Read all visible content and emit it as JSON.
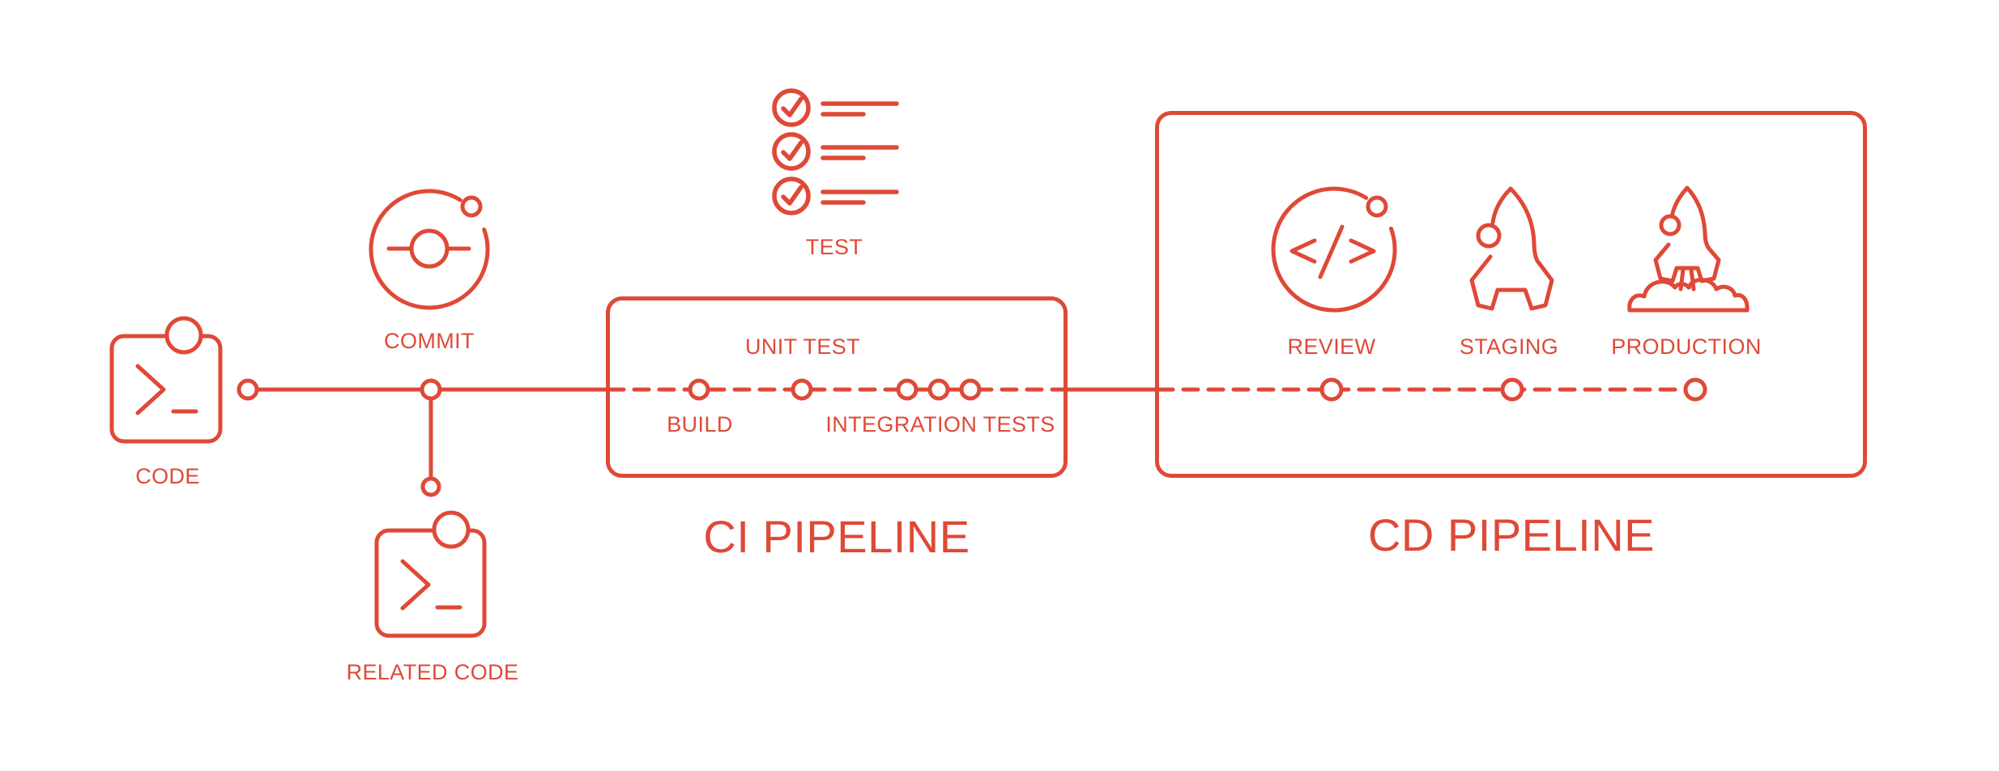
{
  "diagram": {
    "kind": "ci-cd-pipeline-flow",
    "colors": {
      "accent": "#DF4937",
      "background": "#FFFFFF"
    },
    "titles": {
      "ci": "CI PIPELINE",
      "cd": "CD PIPELINE"
    },
    "labels": {
      "code": "CODE",
      "commit": "COMMIT",
      "related_code": "RELATED CODE",
      "test": "TEST",
      "build": "BUILD",
      "unit_test": "UNIT TEST",
      "integration_tests": "INTEGRATION TESTS",
      "review": "REVIEW",
      "staging": "STAGING",
      "production": "PRODUCTION"
    },
    "icons": {
      "code": "terminal-code-icon",
      "commit": "git-commit-icon",
      "related_code": "terminal-code-icon",
      "test": "checklist-icon",
      "review": "code-review-icon",
      "staging": "rocket-icon",
      "production": "rocket-launch-icon"
    },
    "stages_on_line": [
      "start",
      "commit",
      "build",
      "unit-test",
      "integration-tests",
      "review",
      "staging",
      "production-end"
    ]
  }
}
